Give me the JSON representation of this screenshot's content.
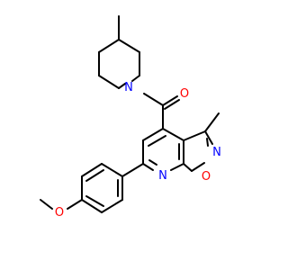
{
  "molecule": {
    "atoms": [
      {
        "id": "ring-n-piperidine",
        "symbol": "N",
        "color": "#0000ff"
      },
      {
        "id": "carbonyl-o",
        "symbol": "O",
        "color": "#ff0000"
      },
      {
        "id": "isoxazole-n",
        "symbol": "N",
        "color": "#0000ff"
      },
      {
        "id": "isoxazole-o",
        "symbol": "O",
        "color": "#ff0000"
      },
      {
        "id": "pyridine-n",
        "symbol": "N",
        "color": "#0000ff"
      },
      {
        "id": "methoxy-o",
        "symbol": "O",
        "color": "#ff0000"
      }
    ]
  }
}
